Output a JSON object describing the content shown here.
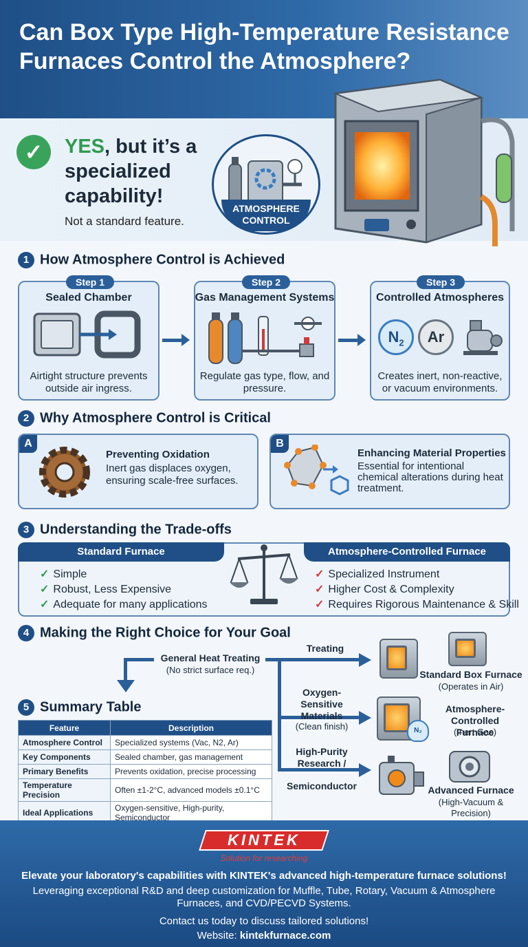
{
  "header": {
    "title": "Can Box Type High-Temperature Resistance Furnaces Control the Atmosphere?"
  },
  "hero": {
    "yes": "YES",
    "rest": ", but it’s a specialized capability!",
    "subtitle": "Not a standard feature.",
    "badge": "ATMOSPHERE CONTROL"
  },
  "section1": {
    "num": "1",
    "title": "How Atmosphere Control is Achieved",
    "steps": [
      {
        "tag": "Step 1",
        "title": "Sealed Chamber",
        "text": "Airtight structure prevents outside air ingress."
      },
      {
        "tag": "Step 2",
        "title": "Gas Management Systems",
        "text": "Regulate gas type, flow, and pressure."
      },
      {
        "tag": "Step 3",
        "title": "Controlled Atmospheres",
        "text": "Creates inert, non-reactive, or vacuum environments."
      }
    ],
    "gas_labels": {
      "n2": "N",
      "n2_sub": "2",
      "ar": "Ar"
    }
  },
  "section2": {
    "num": "2",
    "title": "Why Atmosphere Control is Critical",
    "cards": [
      {
        "letter": "A",
        "title": "Preventing Oxidation",
        "text": "Inert gas displaces oxygen, ensuring scale-free surfaces."
      },
      {
        "letter": "B",
        "title": "Enhancing Material Properties",
        "text": "Essential for intentional chemical alterations during heat treatment."
      }
    ]
  },
  "section3": {
    "num": "3",
    "title": "Understanding the Trade-offs",
    "standard": {
      "title": "Standard Furnace",
      "items": [
        "Simple",
        "Robust, Less Expensive",
        "Adequate for many applications"
      ]
    },
    "controlled": {
      "title": "Atmosphere-Controlled Furnace",
      "items": [
        "Specialized Instrument",
        "Higher Cost & Complexity",
        "Requires Rigorous Maintenance & Skill"
      ]
    }
  },
  "section4": {
    "num": "4",
    "title": "Making the Right Choice for Your Goal",
    "start": {
      "title": "General Heat Treating",
      "sub": "(No strict surface req.)"
    },
    "paths": [
      {
        "label": "Treating",
        "label2": "",
        "device": "Standard Box Furnace",
        "device_sub": "(Operates in Air)"
      },
      {
        "label": "Oxygen-Sensitive Materials",
        "label2": "(Clean finish)",
        "device": "Atmosphere-Controlled Furnace",
        "device_sub": "(Inert Gas)"
      },
      {
        "label": "High-Purity Research /",
        "label2": "Semiconductor",
        "device": "Advanced Furnace",
        "device_sub": "(High-Vacuum & Precision)"
      }
    ],
    "flask_label": "N₂"
  },
  "section5": {
    "num": "5",
    "title": "Summary Table",
    "headers": [
      "Feature",
      "Description"
    ],
    "rows": [
      [
        "Atmosphere Control",
        "Specialized systems (Vac, N2, Ar)"
      ],
      [
        "Key Components",
        "Sealed chamber, gas management"
      ],
      [
        "Primary Benefits",
        "Prevents oxidation, precise processing"
      ],
      [
        "Temperature Precision",
        "Often ±1-2°C, advanced models ±0.1°C"
      ],
      [
        "Ideal Applications",
        "Oxygen-sensitive, High-purity, Semiconductor"
      ]
    ]
  },
  "footer": {
    "logo": "KINTEK",
    "slogan": "Solution for researching",
    "line1": "Elevate your laboratory's capabilities with KINTEK's advanced high-temperature furnace solutions!",
    "line2": "Leveraging exceptional R&D and deep customization for Muffle, Tube, Rotary, Vacuum & Atmosphere Furnaces, and CVD/PECVD Systems.",
    "line3": "Contact us today to discuss tailored solutions!",
    "website_label": "Website: ",
    "website": "kintekfurnace.com"
  },
  "colors": {
    "primary": "#1f4f86",
    "accent_green": "#2f9a4f",
    "accent_red": "#d03a3a",
    "footer_logo": "#d82c2c"
  }
}
